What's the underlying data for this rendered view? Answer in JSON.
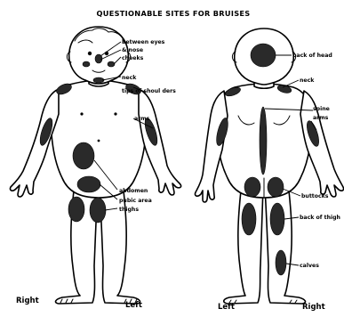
{
  "title": "QUESTIONABLE SITES FOR BRUISES",
  "front": {
    "labels": {
      "between_eyes": "between eyes",
      "& nose": "& nose",
      "cheeks": "cheeks",
      "neck": "neck",
      "tips_of_shoulder": "tips of shoul ders",
      "arms": "arms",
      "abdomen": "abdomen",
      "pubic_area": "pubic area",
      "thighs": "thighs"
    },
    "right": "Right",
    "left": "Left"
  },
  "back": {
    "labels": {
      "back_of_head": "back of head",
      "neck": "neck",
      "spine": "spine",
      "arms": "arms",
      "buttocks": "buttocks",
      "back_of_thigh": "back of thigh",
      "calves": "calves"
    },
    "left": "Left",
    "right": "Right"
  },
  "colors": {
    "ink": "#000000",
    "bruise": "#2a2a2a",
    "paper": "#ffffff"
  }
}
